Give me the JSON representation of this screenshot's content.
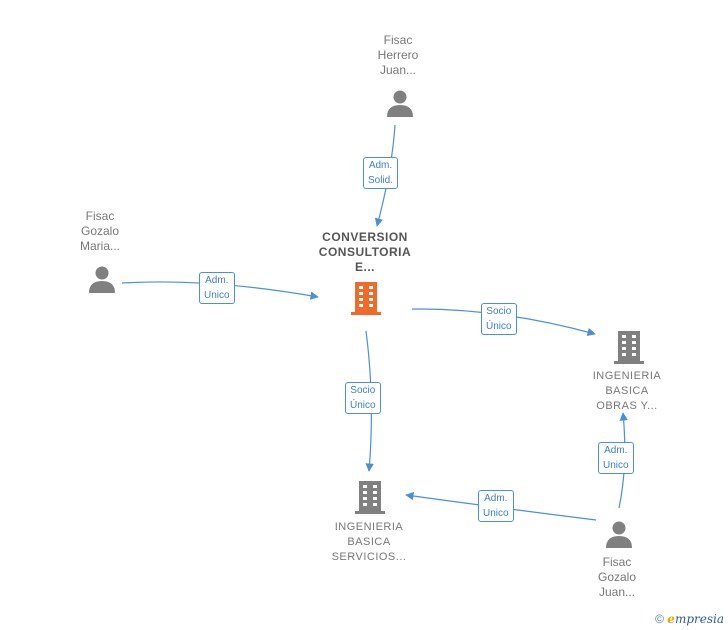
{
  "nodes": {
    "fisac_herrero": {
      "lines": [
        "Fisac",
        "Herrero",
        "Juan..."
      ]
    },
    "fisac_gozalo_maria": {
      "lines": [
        "Fisac",
        "Gozalo",
        "Maria..."
      ]
    },
    "conversion": {
      "lines": [
        "CONVERSION",
        "CONSULTORIA",
        "E..."
      ]
    },
    "ingenieria_obras": {
      "lines": [
        "INGENIERIA",
        "BASICA",
        "OBRAS Y..."
      ]
    },
    "ingenieria_servicios": {
      "lines": [
        "INGENIERIA",
        "BASICA",
        "SERVICIOS..."
      ]
    },
    "fisac_gozalo_juan": {
      "lines": [
        "Fisac",
        "Gozalo",
        "Juan..."
      ]
    }
  },
  "edges": {
    "herrero_to_conversion": {
      "lines": [
        "Adm.",
        "Solid."
      ]
    },
    "maria_to_conversion": {
      "lines": [
        "Adm.",
        "Unico"
      ]
    },
    "conversion_to_obras": {
      "lines": [
        "Socio",
        "Único"
      ]
    },
    "conversion_to_servicios": {
      "lines": [
        "Socio",
        "Único"
      ]
    },
    "juan_to_obras": {
      "lines": [
        "Adm.",
        "Unico"
      ]
    },
    "juan_to_servicios": {
      "lines": [
        "Adm.",
        "Unico"
      ]
    }
  },
  "colors": {
    "edge": "#4a8fd8",
    "person": "#808080",
    "company": "#808080",
    "center_company": "#f06a2a"
  },
  "footer": {
    "copyright": "©",
    "brand_first": "e",
    "brand_rest": "mpresia"
  }
}
